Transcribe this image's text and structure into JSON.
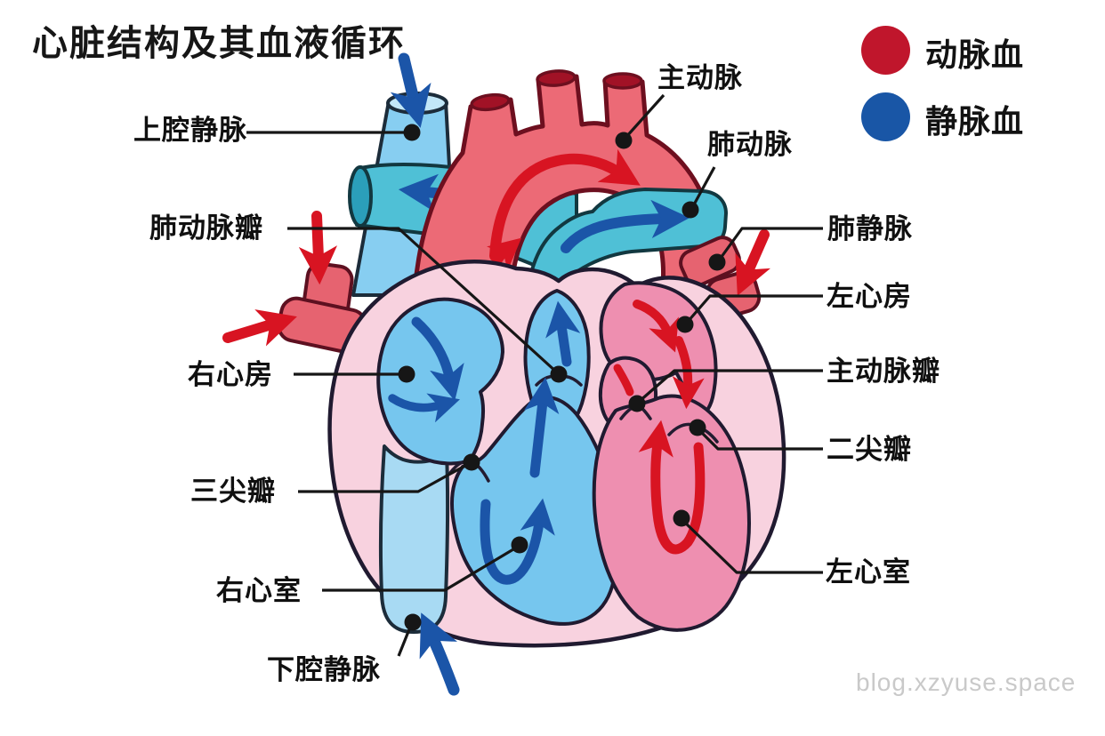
{
  "title": "心脏结构及其血液循环",
  "watermark": "blog.xzyuse.space",
  "legend": {
    "items": [
      {
        "id": "arterial-blood",
        "label": "动脉血",
        "color": "#c0162c"
      },
      {
        "id": "venous-blood",
        "label": "静脉血",
        "color": "#1956a6"
      }
    ]
  },
  "labels": [
    {
      "id": "superior-vena-cava",
      "text": "上腔静脉"
    },
    {
      "id": "pulmonary-valve",
      "text": "肺动脉瓣"
    },
    {
      "id": "right-atrium",
      "text": "右心房"
    },
    {
      "id": "tricuspid-valve",
      "text": "三尖瓣"
    },
    {
      "id": "right-ventricle",
      "text": "右心室"
    },
    {
      "id": "inferior-vena-cava",
      "text": "下腔静脉"
    },
    {
      "id": "aorta",
      "text": "主动脉"
    },
    {
      "id": "pulmonary-artery",
      "text": "肺动脉"
    },
    {
      "id": "pulmonary-vein",
      "text": "肺静脉"
    },
    {
      "id": "left-atrium",
      "text": "左心房"
    },
    {
      "id": "aortic-valve",
      "text": "主动脉瓣"
    },
    {
      "id": "mitral-valve",
      "text": "二尖瓣"
    },
    {
      "id": "left-ventricle",
      "text": "左心室"
    }
  ],
  "colors": {
    "arterial_legend": "#c0162c",
    "venous_legend": "#1956a6",
    "aorta_fill": "#ec6a76",
    "aorta_opening": "#a11226",
    "aorta_outline": "#6d0f1f",
    "pulmonary_vein_stub": "#e66370",
    "vena_cava_fill": "#87cef1",
    "inferior_vena_cava_fill": "#a8daf3",
    "pulmonary_artery_fill": "#4fc0d6",
    "pulmonary_artery_opening": "#2b9fba",
    "heart_wall_fill": "#f8d2df",
    "chamber_blue_fill": "#76c6ee",
    "chamber_pink_fill": "#ee8fb0",
    "flow_arrow_red": "#d81422",
    "flow_arrow_blue": "#1b55a8",
    "outline_dark": "#201a30",
    "label_line": "#161616",
    "watermark_gray": "#c9c9c9"
  }
}
